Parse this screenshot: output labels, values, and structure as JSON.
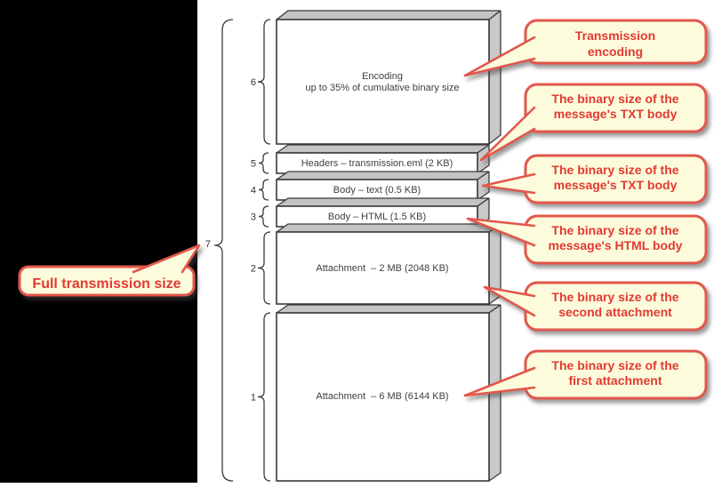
{
  "diagram": {
    "title_hint": "Email transmission size composition",
    "total": {
      "number": "7"
    },
    "boxes": [
      {
        "number": "6",
        "line1": "Encoding",
        "line2": "up to 35% of cumulative binary size"
      },
      {
        "number": "5",
        "label": "Headers – transmission.eml (2 KB)"
      },
      {
        "number": "4",
        "label": "Body – text (0.5 KB)"
      },
      {
        "number": "3",
        "label": "Body – HTML (1.5 KB)"
      },
      {
        "number": "2",
        "label": "Attachment  – 2 MB (2048 KB)"
      },
      {
        "number": "1",
        "label": "Attachment  – 6 MB (6144 KB)"
      }
    ],
    "callouts_right": [
      {
        "line1": "Transmission",
        "line2": "encoding"
      },
      {
        "line1": "The binary size of the",
        "line2": "message's TXT body"
      },
      {
        "line1": "The binary size of the",
        "line2": "message's TXT body"
      },
      {
        "line1": "The binary size of the",
        "line2": "message's HTML body"
      },
      {
        "line1": "The binary size of the",
        "line2": "second attachment"
      },
      {
        "line1": "The binary size of the",
        "line2": "first attachment"
      }
    ],
    "callout_left": {
      "label": "Full transmission size"
    },
    "colors": {
      "callout_fill": "#FCFCDC",
      "callout_border": "#E2574C",
      "callout_text": "#E23A31",
      "box_border": "#3A3A3A",
      "box_side_gray": "#C9C9C9",
      "label_text": "#3F3F3F",
      "panel": "#000000"
    }
  }
}
